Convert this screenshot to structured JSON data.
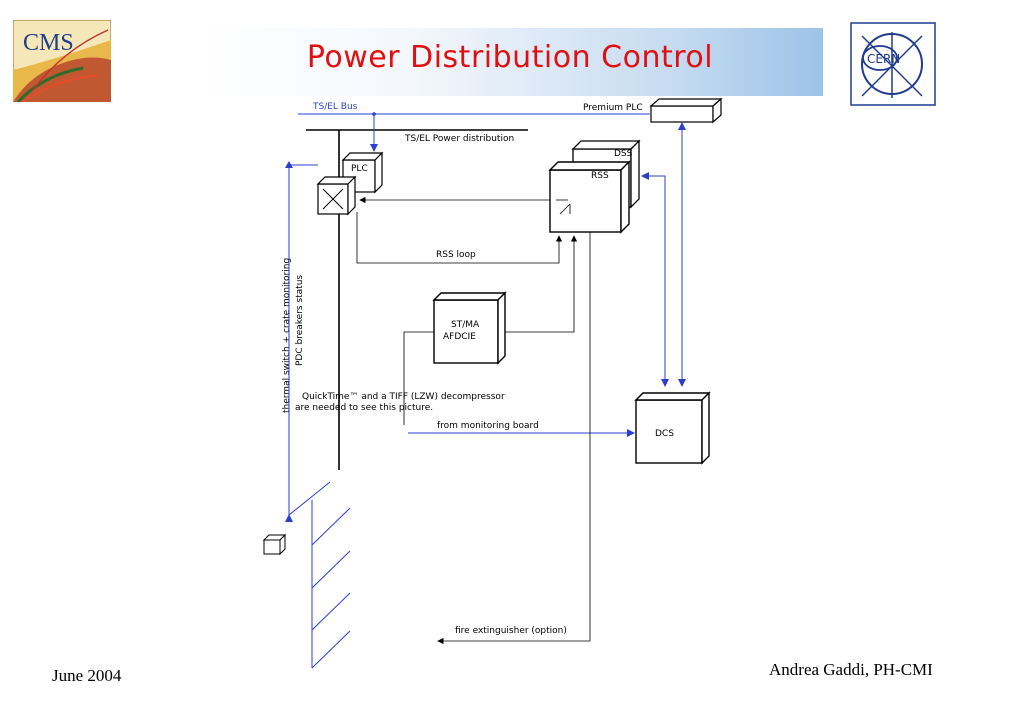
{
  "slide": {
    "title": "Power Distribution Control",
    "footer_date": "June 2004",
    "footer_author": "Andrea Gaddi, PH-CMI"
  },
  "logos": {
    "cms_text": "CMS",
    "cern_text": "CERN"
  },
  "diagram": {
    "ts_el_bus": "TS/EL Bus",
    "premium_plc": "Premium PLC",
    "ts_el_power": "TS/EL Power distribution",
    "plc": "PLC",
    "dss": "DSS",
    "rss": "RSS",
    "rss_loop": "RSS loop",
    "stma_line1": "ST/MA",
    "stma_line2": "AFDCIE",
    "vertical_label_1": "thermal switch + crate monitoring",
    "vertical_label_2": "PDC breakers status",
    "picture_note_1": "QuickTime™ and a TIFF (LZW) decompressor",
    "picture_note_2": "are needed to see this picture.",
    "from_monitoring": "from monitoring board",
    "dcs": "DCS",
    "fire_extinguisher": "fire extinguisher (option)"
  },
  "colors": {
    "title": "#e01010",
    "signal_blue": "#2a3fcf",
    "line_black": "#000000"
  }
}
